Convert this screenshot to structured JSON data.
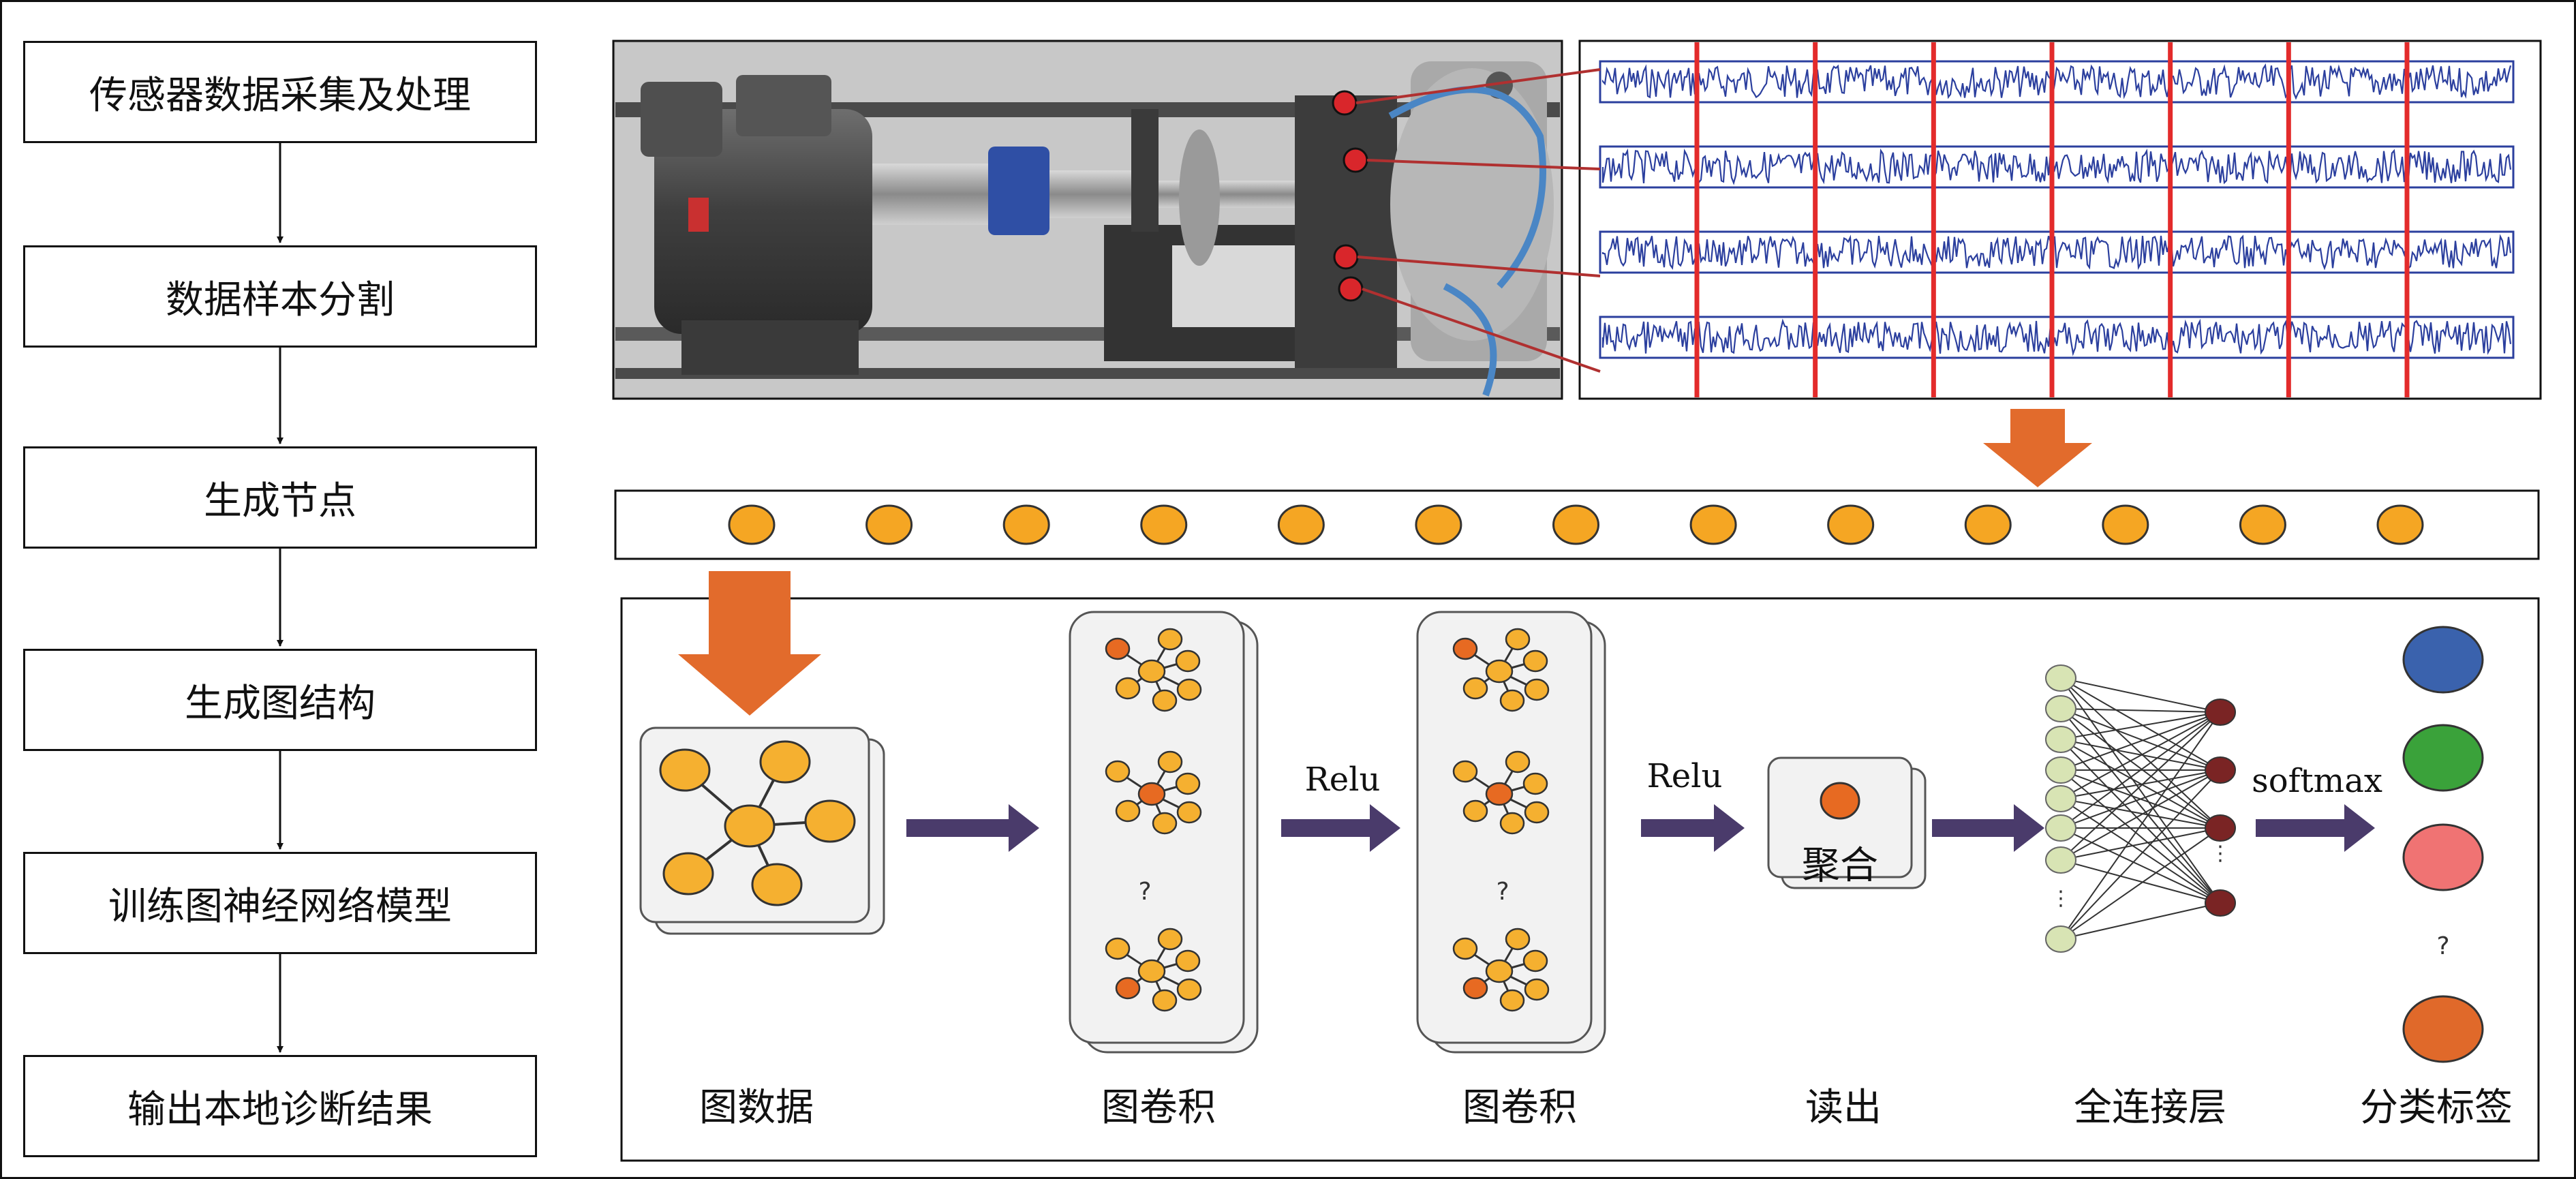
{
  "flowchart": {
    "steps": [
      {
        "label": "传感器数据采集及处理"
      },
      {
        "label": "数据样本分割"
      },
      {
        "label": "生成节点"
      },
      {
        "label": "生成图结构"
      },
      {
        "label": "训练图神经网络模型"
      },
      {
        "label": "输出本地诊断结果"
      }
    ]
  },
  "photo": {
    "description": "bearing test rig with red sensor markers"
  },
  "signals": {
    "channels": 4,
    "segment_marks": 7,
    "wave_color": "#2b3f9e",
    "segment_color": "#e32b2b"
  },
  "node_row": {
    "count": 13,
    "node_color": "#f5a623"
  },
  "pipeline": {
    "stage_labels": {
      "graph_data": "图数据",
      "graph_conv_1": "图卷积",
      "graph_conv_2": "图卷积",
      "readout": "读出",
      "fully_connected": "全连接层",
      "class_labels": "分类标签"
    },
    "activation_1": "Relu",
    "activation_2": "Relu",
    "softmax": "softmax",
    "pool_text": "聚合",
    "ellipsis": "?",
    "class_colors": [
      "#3a62ad",
      "#3aa23a",
      "#f07373",
      "#e0692a"
    ]
  },
  "colors": {
    "orange_arrow": "#e26b2c",
    "dark_arrow": "#4a3b6b",
    "node_fill": "#f5b030",
    "node_hub": "#e76a22",
    "nn_input": "#d8e4b4",
    "nn_output": "#7a2424"
  }
}
